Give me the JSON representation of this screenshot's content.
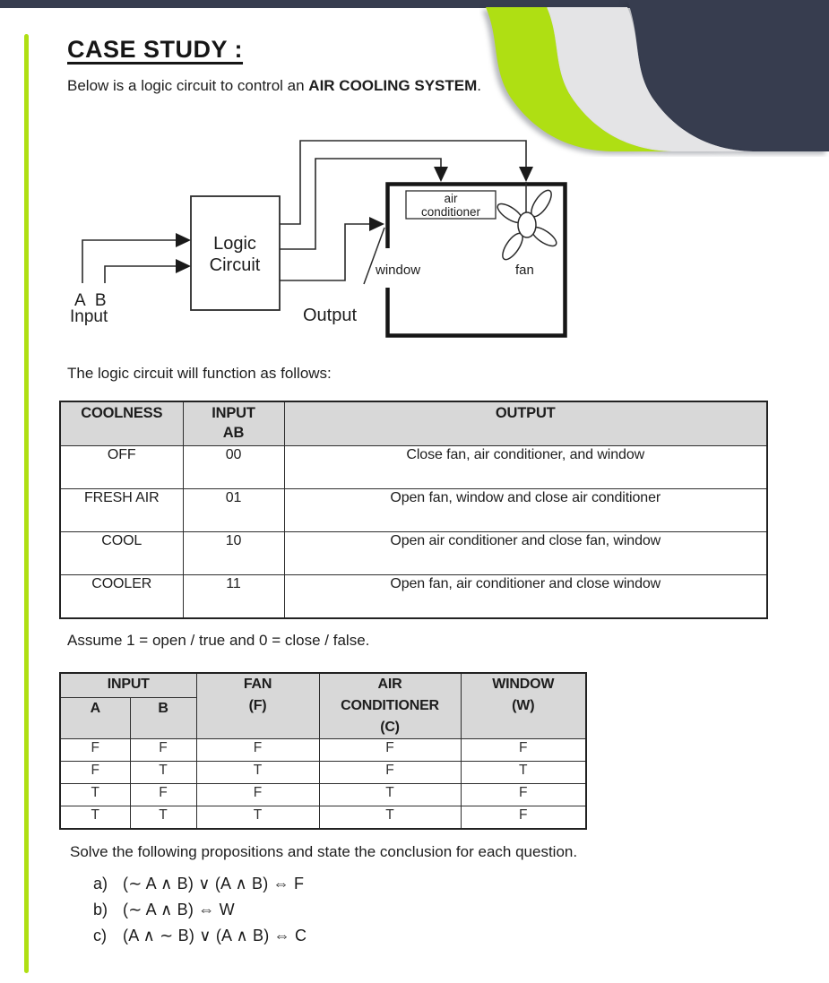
{
  "page": {
    "title": "CASE STUDY :",
    "intro_prefix": "Below is a logic circuit to control an ",
    "intro_bold": "AIR COOLING SYSTEM",
    "intro_suffix": ".",
    "table1_caption": "The logic circuit will function as follows:",
    "assumption": "Assume 1 = open / true and 0 = close / false.",
    "solve_instruction": "Solve the following propositions and state the conclusion for each question."
  },
  "colors": {
    "navy": "#373d4f",
    "lime": "#afdf13",
    "gray_swoosh": "#e4e4e6",
    "table_header_gray": "#d8d8d8"
  },
  "diagram": {
    "logic_box_line1": "Logic",
    "logic_box_line2": "Circuit",
    "input_letters": "A B",
    "input_label": "Input",
    "output_label": "Output",
    "ac_line1": "air",
    "ac_line2": "conditioner",
    "window_label": "window",
    "fan_label": "fan"
  },
  "function_table": {
    "header_coolness": "COOLNESS",
    "header_input_line1": "INPUT",
    "header_input_line2": "AB",
    "header_output": "OUTPUT",
    "rows": [
      {
        "coolness": "OFF",
        "input": "00",
        "output": "Close fan, air conditioner, and window"
      },
      {
        "coolness": "FRESH AIR",
        "input": "01",
        "output": "Open fan, window and close air conditioner"
      },
      {
        "coolness": "COOL",
        "input": "10",
        "output": "Open air conditioner and close fan, window"
      },
      {
        "coolness": "COOLER",
        "input": "11",
        "output": "Open fan,  air conditioner and close window"
      }
    ]
  },
  "truth_table": {
    "header_input": "INPUT",
    "header_a": "A",
    "header_b": "B",
    "header_fan_line1": "FAN",
    "header_fan_line2": "(F)",
    "header_ac_line1": "AIR",
    "header_ac_line2": "CONDITIONER",
    "header_ac_line3": "(C)",
    "header_window_line1": "WINDOW",
    "header_window_line2": "(W)",
    "rows": [
      [
        "F",
        "F",
        "F",
        "F",
        "F"
      ],
      [
        "F",
        "T",
        "T",
        "F",
        "T"
      ],
      [
        "T",
        "F",
        "F",
        "T",
        "F"
      ],
      [
        "T",
        "T",
        "T",
        "T",
        "F"
      ]
    ]
  },
  "propositions": [
    {
      "label": "a)",
      "formula": "(∼ A ∧ B) ∨ (A ∧ B) ⇔ F"
    },
    {
      "label": "b)",
      "formula": "(∼ A ∧ B) ⇔ W"
    },
    {
      "label": "c)",
      "formula": "(A ∧ ∼ B) ∨ (A ∧ B) ⇔ C"
    }
  ]
}
